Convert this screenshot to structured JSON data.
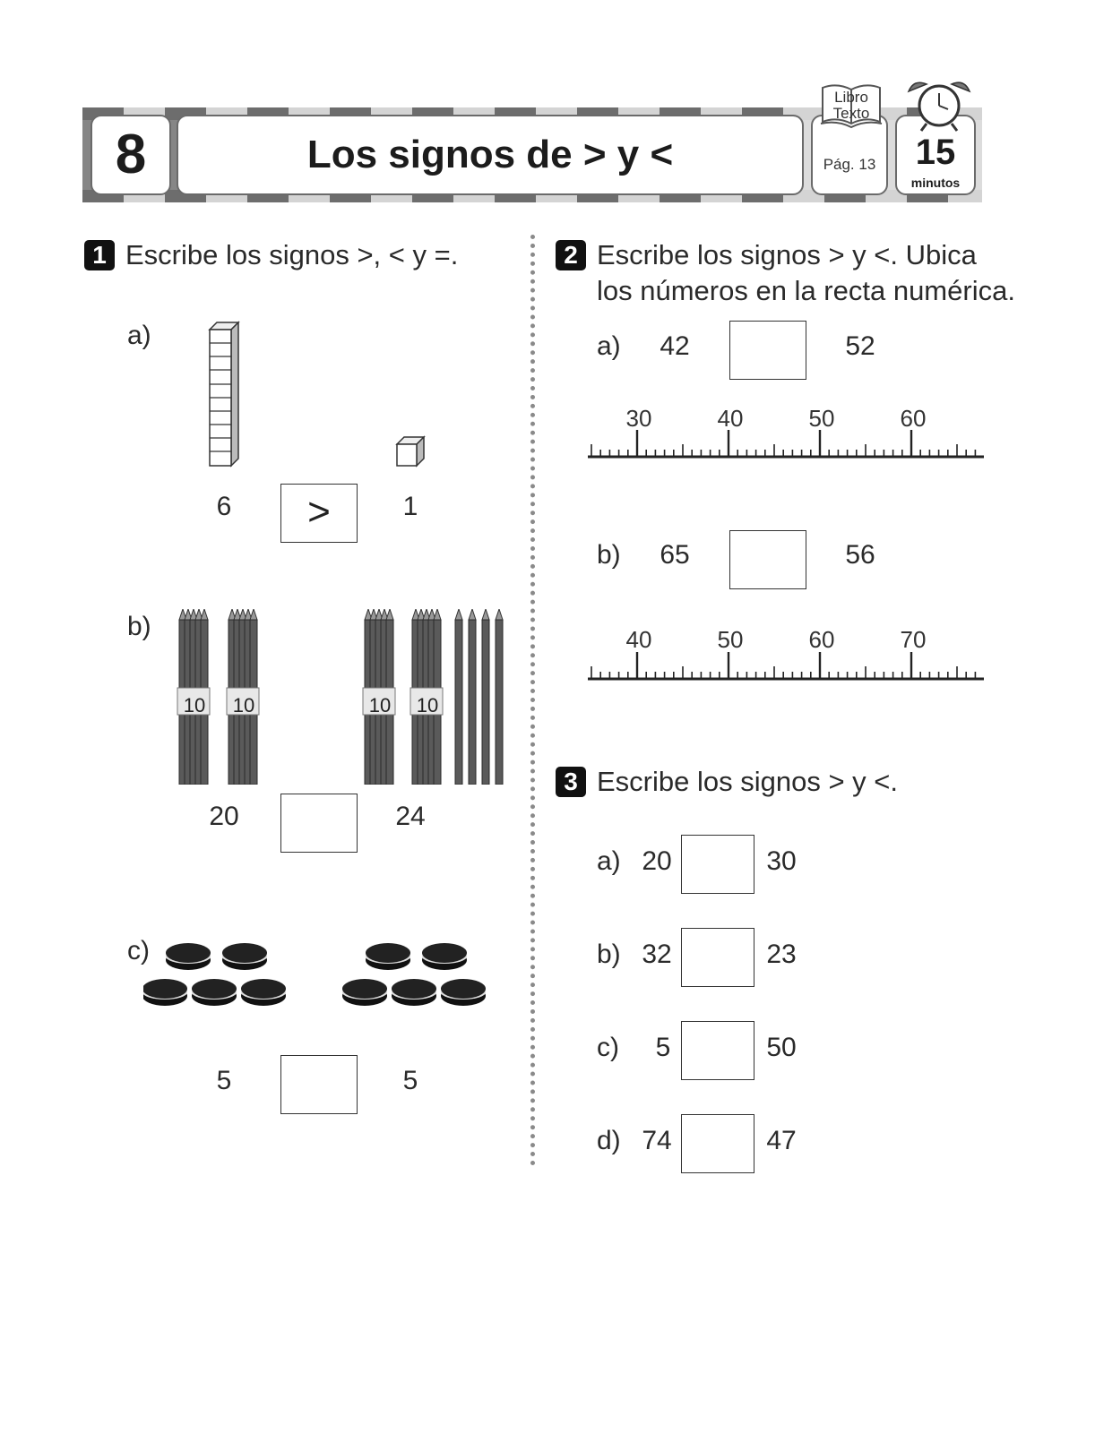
{
  "header": {
    "lesson_number": "8",
    "title": "Los signos de > y <",
    "book_label_line1": "Libro",
    "book_label_line2": "Texto",
    "page_ref": "Pág. 13",
    "time_value": "15",
    "time_unit": "minutos"
  },
  "exercise1": {
    "badge": "1",
    "instruction": "Escribe los signos >, < y =.",
    "items": [
      {
        "label": "a)",
        "left": "6",
        "answer": ">",
        "right": "1"
      },
      {
        "label": "b)",
        "left": "20",
        "answer": "",
        "right": "24"
      },
      {
        "label": "c)",
        "left": "5",
        "answer": "",
        "right": "5"
      }
    ],
    "bundle_label": "10"
  },
  "exercise2": {
    "badge": "2",
    "instruction_line1": "Escribe los signos > y <. Ubica",
    "instruction_line2": "los números en la recta numérica.",
    "items": [
      {
        "label": "a)",
        "left": "42",
        "answer": "",
        "right": "52",
        "ticks": [
          "30",
          "40",
          "50",
          "60"
        ]
      },
      {
        "label": "b)",
        "left": "65",
        "answer": "",
        "right": "56",
        "ticks": [
          "40",
          "50",
          "60",
          "70"
        ]
      }
    ]
  },
  "exercise3": {
    "badge": "3",
    "instruction": "Escribe los signos > y <.",
    "items": [
      {
        "label": "a)",
        "left": "20",
        "answer": "",
        "right": "30"
      },
      {
        "label": "b)",
        "left": "32",
        "answer": "",
        "right": "23"
      },
      {
        "label": "c)",
        "left": "5",
        "answer": "",
        "right": "50"
      },
      {
        "label": "d)",
        "left": "74",
        "answer": "",
        "right": "47"
      }
    ]
  }
}
